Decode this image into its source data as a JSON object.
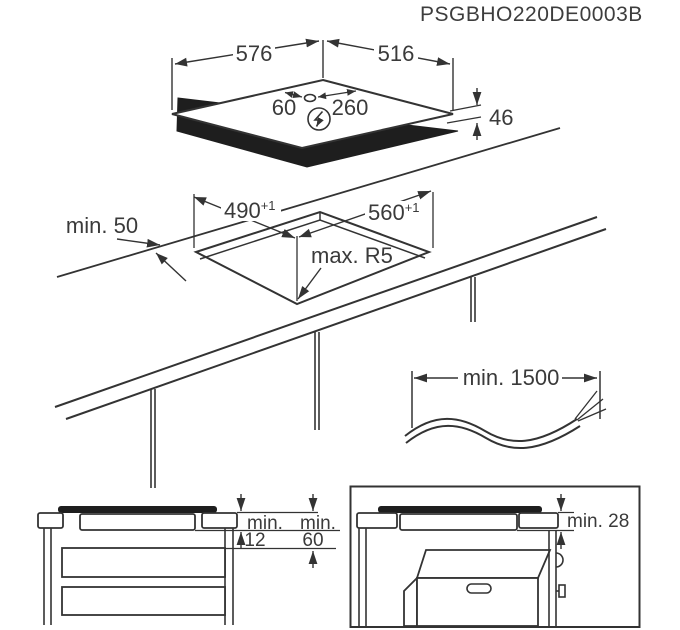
{
  "drawing_code": "PSGBHO220DE0003B",
  "hob": {
    "width": "576",
    "depth": "516",
    "terminal_left": "60",
    "terminal_right": "260",
    "height": "46",
    "power_symbol_icon": "lightning-in-circle"
  },
  "cutout": {
    "clearance_rear": "min. 50",
    "depth": "490",
    "depth_tolerance": "+1",
    "width": "560",
    "width_tolerance": "+1",
    "corner_radius": "max. R5"
  },
  "cable": {
    "length": "min. 1500"
  },
  "drawer_section": {
    "worktop_gap_label": "min.",
    "worktop_gap_value": "12",
    "drawer_gap_label": "min.",
    "drawer_gap_value": "60"
  },
  "oven_section": {
    "oven_gap": "min. 28"
  }
}
